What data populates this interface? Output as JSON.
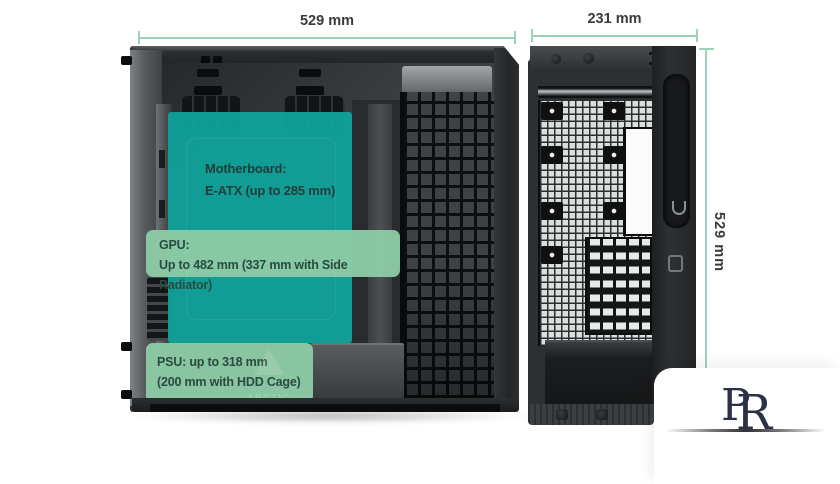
{
  "page": {
    "background": "#ffffff"
  },
  "dimensions": {
    "front_width": "529 mm",
    "side_width": "231 mm",
    "side_height": "529 mm"
  },
  "labels": {
    "motherboard": {
      "title": "Motherboard:",
      "detail": "E-ATX (up to 285 mm)"
    },
    "gpu": {
      "title": "GPU:",
      "detail": "Up to 482 mm (337 mm with Side Radiator)"
    },
    "psu": {
      "title": "PSU: up to 318 mm",
      "detail": "(200 mm with HDD Cage)"
    }
  },
  "watermarks": {
    "case_brand": "ARCTIC",
    "corner_monogram": {
      "letter_p": "P",
      "letter_r": "R"
    }
  },
  "colors": {
    "dimension_line": "#9bd3b9",
    "dimension_text": "#3a3a3a",
    "motherboard_overlay": "#10a099",
    "label_box": "#8ecba4",
    "label_text": "#2b4a41",
    "case_body": "#34373a",
    "monogram": "#2b3246"
  }
}
